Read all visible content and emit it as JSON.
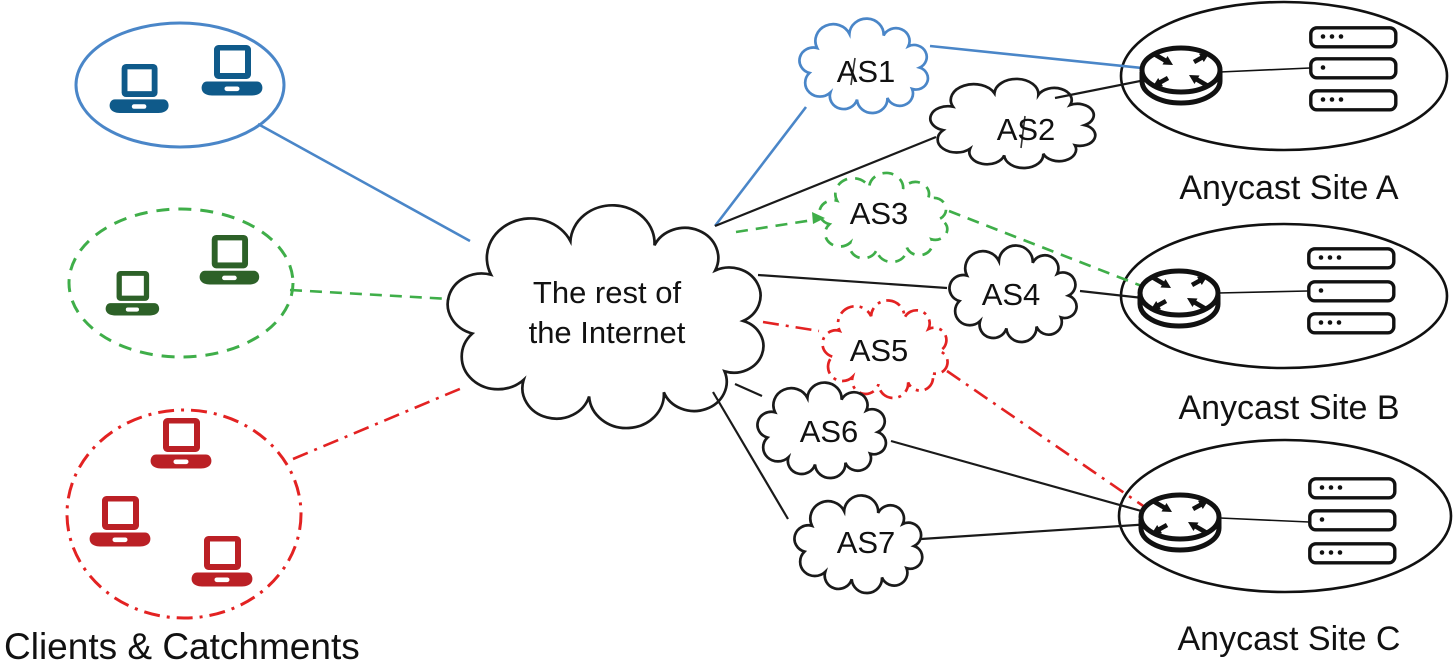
{
  "figure": {
    "clients_label": "Clients & Catchments",
    "internet": {
      "line1": "The rest of",
      "line2": "the Internet"
    },
    "as_clouds": [
      {
        "label": "AS1",
        "outline_style": "solid",
        "outline_color": "#4a86c8"
      },
      {
        "label": "AS2",
        "outline_style": "solid",
        "outline_color": "#1a1a1a"
      },
      {
        "label": "AS3",
        "outline_style": "dashed",
        "outline_color": "#3fae49"
      },
      {
        "label": "AS4",
        "outline_style": "solid",
        "outline_color": "#1a1a1a"
      },
      {
        "label": "AS5",
        "outline_style": "dash-dot",
        "outline_color": "#e32222"
      },
      {
        "label": "AS6",
        "outline_style": "solid",
        "outline_color": "#1a1a1a"
      },
      {
        "label": "AS7",
        "outline_style": "solid",
        "outline_color": "#1a1a1a"
      }
    ],
    "sites": [
      {
        "label": "Anycast Site A",
        "router": 1,
        "servers": 3
      },
      {
        "label": "Anycast Site B",
        "router": 1,
        "servers": 3
      },
      {
        "label": "Anycast Site C",
        "router": 1,
        "servers": 3
      }
    ],
    "client_groups": [
      {
        "name": "blue-catchment",
        "laptops": 2,
        "outline_style": "solid",
        "outline_color": "#4a86c8",
        "laptop_color": "#0f5a8a"
      },
      {
        "name": "green-catchment",
        "laptops": 2,
        "outline_style": "dashed",
        "outline_color": "#3fae49",
        "laptop_color": "#2d6128"
      },
      {
        "name": "red-catchment",
        "laptops": 3,
        "outline_style": "dash-dot",
        "outline_color": "#e32222",
        "laptop_color": "#bb2025"
      }
    ],
    "connections": [
      {
        "path": [
          "blue-catchment",
          "Internet",
          "AS1",
          "Anycast Site A"
        ],
        "color": "#4a86c8",
        "style": "solid"
      },
      {
        "path": [
          "green-catchment",
          "Internet",
          "AS3",
          "Anycast Site B"
        ],
        "color": "#3fae49",
        "style": "dashed"
      },
      {
        "path": [
          "red-catchment",
          "Internet",
          "AS5",
          "Anycast Site C"
        ],
        "color": "#e32222",
        "style": "dash-dot"
      },
      {
        "path": [
          "Internet",
          "AS2",
          "Anycast Site A"
        ],
        "color": "#1a1a1a",
        "style": "solid"
      },
      {
        "path": [
          "Internet",
          "AS4",
          "Anycast Site B"
        ],
        "color": "#1a1a1a",
        "style": "solid"
      },
      {
        "path": [
          "Internet",
          "AS6",
          "Anycast Site C"
        ],
        "color": "#1a1a1a",
        "style": "solid"
      },
      {
        "path": [
          "Internet",
          "AS7",
          "Anycast Site C"
        ],
        "color": "#1a1a1a",
        "style": "solid"
      }
    ],
    "colors": {
      "blue": "#4a86c8",
      "blue_dark": "#0f5a8a",
      "green": "#3fae49",
      "green_dark": "#2d6128",
      "red": "#e32222",
      "red_dark": "#bb2025",
      "black": "#1a1a1a"
    }
  }
}
